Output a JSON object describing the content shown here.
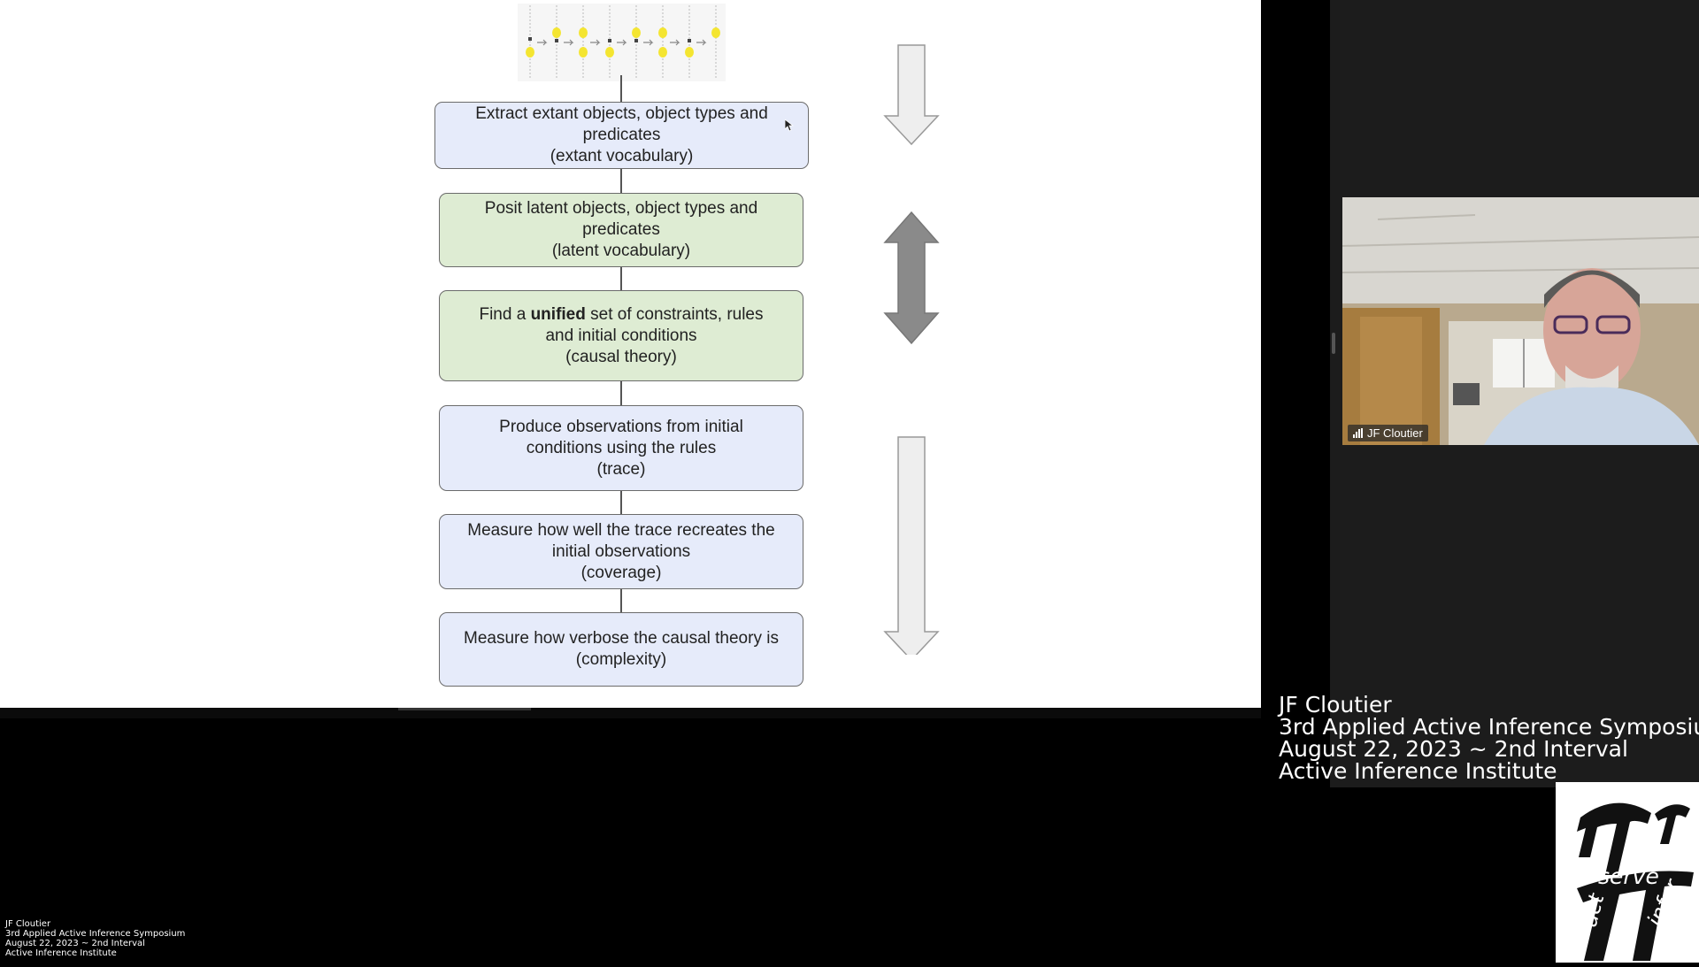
{
  "slide": {
    "boxes": [
      {
        "lines": [
          "Extract extant objects, object types and",
          "predicates",
          "(extant vocabulary)"
        ]
      },
      {
        "lines": [
          "Posit latent objects, object types and",
          "predicates",
          "(latent vocabulary)"
        ]
      },
      {
        "line1_pre": "Find a ",
        "line1_bold": "unified",
        "line1_post": " set of constraints, rules",
        "lines": [
          "and initial conditions",
          "(causal theory)"
        ]
      },
      {
        "lines": [
          "Produce observations from initial",
          "conditions using the rules",
          "(trace)"
        ]
      },
      {
        "lines": [
          "Measure how well the trace recreates the",
          "initial observations",
          "(coverage)"
        ]
      },
      {
        "lines": [
          "Measure how verbose the causal theory is",
          "(complexity)"
        ]
      }
    ]
  },
  "video": {
    "participant_name": "JF Cloutier"
  },
  "caption": {
    "line1": "JF Cloutier",
    "line2": "3rd Applied Active Inference Symposium",
    "line3": "August 22, 2023 ~ 2nd Interval",
    "line4": "Active Inference Institute"
  },
  "logo": {
    "word_serve": "serve",
    "word_act": "act",
    "word_infer": "infer"
  },
  "colors": {
    "blue_box": "#e6ebfa",
    "green_box": "#deecd3",
    "arrow_light": "#eeeeee",
    "arrow_dark": "#8a8a8a",
    "bulb": "#f4e531"
  }
}
